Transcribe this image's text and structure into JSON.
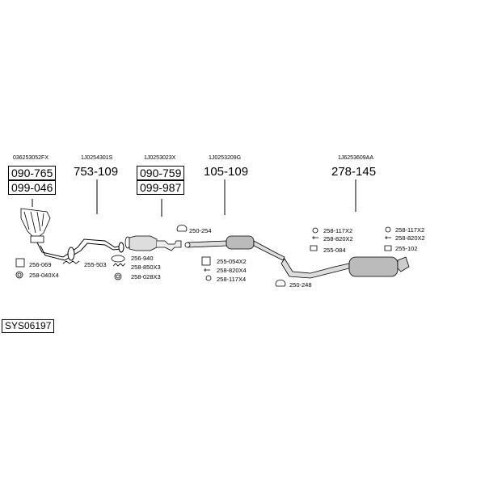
{
  "system_code": "SYS06197",
  "groups": [
    {
      "oem": "036253052FX",
      "codes": [
        "090-765",
        "099-046"
      ]
    },
    {
      "oem": "1J0254301S",
      "codes": [
        "753-109"
      ]
    },
    {
      "oem": "1J0253023X",
      "codes": [
        "090-759",
        "099-987"
      ]
    },
    {
      "oem": "1J0253209G",
      "codes": [
        "105-109"
      ]
    },
    {
      "oem": "1J6253609AA",
      "codes": [
        "278-145"
      ]
    }
  ],
  "fittings": [
    "256-069",
    "258-040X4",
    "255-503",
    "256-940",
    "258-850X3",
    "258-028X3",
    "250-254",
    "255-054X2",
    "258-820X4",
    "258-117X4",
    "250-248",
    "258-117X2",
    "258-820X2",
    "255-084",
    "258-117X2",
    "258-820X2",
    "255-102"
  ]
}
